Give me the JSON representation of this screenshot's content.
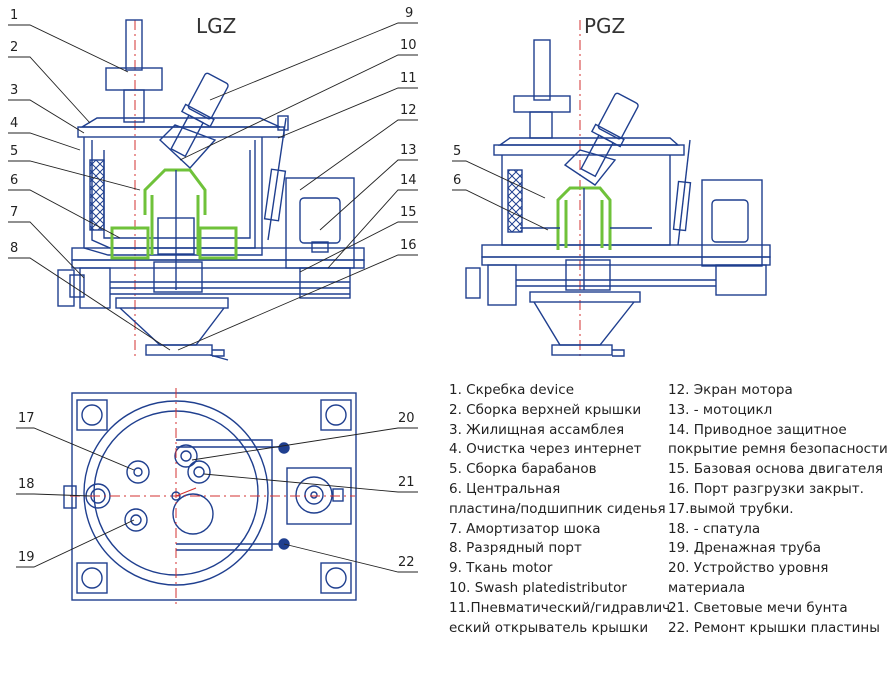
{
  "titles": {
    "left": "LGZ",
    "right": "PGZ"
  },
  "callouts_top": [
    "1",
    "2",
    "3",
    "4",
    "5",
    "6",
    "7",
    "8",
    "9",
    "10",
    "11",
    "12",
    "13",
    "14",
    "15",
    "16"
  ],
  "callouts_pgz": [
    "5",
    "6"
  ],
  "callouts_plan": {
    "n17": "17",
    "n18": "18",
    "n19": "19",
    "n20": "20",
    "n21": "21",
    "n22": "22"
  },
  "legend_col1": [
    "1. Скребка device",
    "2. Сборка верхней крышки",
    "3. Жилищная ассамблея",
    "4. Очистка через интернет",
    "5. Сборка барабанов",
    "6. Центральная",
    "пластина/подшипник сиденья",
    "7. Амортизатор шока",
    "8. Разрядный порт",
    "9. Ткань motor",
    "10. Swash platedistributor",
    "11.Пневматический/гидравлич",
    "еский открыватель крышки"
  ],
  "legend_col2": [
    "12. Экран мотора",
    "13. - мотоцикл",
    "14. Приводное защитное",
    "покрытие ремня безопасности",
    "15. Базовая основа двигателя",
    "16. Порт разгрузки закрыт.",
    "17.вымой трубки.",
    "18. - спатула",
    "19. Дренажная труба",
    "20. Устройство уровня",
    "материала",
    "21. Световые мечи бунта",
    "22. Ремонт крышки пластины"
  ],
  "colors": {
    "line": "#1f3f8f",
    "accent": "#6fc23a",
    "center": "#d33030",
    "ink": "#222222"
  }
}
